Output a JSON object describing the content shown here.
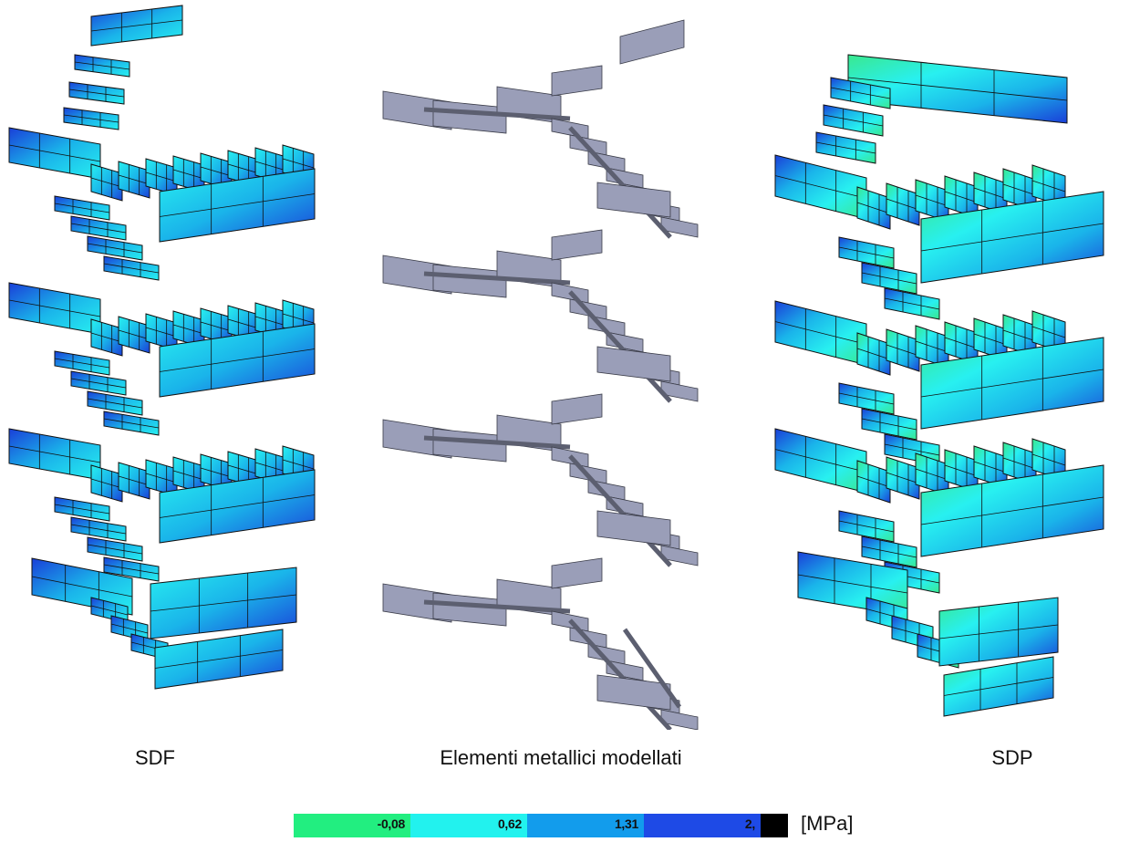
{
  "panels": {
    "left": {
      "caption": "SDF"
    },
    "center": {
      "caption": "Elementi metallici modellati"
    },
    "right": {
      "caption": "SDP"
    }
  },
  "legend": {
    "unit": "[MPa]",
    "segments": [
      {
        "label": "-0,08",
        "color": "#22ee80"
      },
      {
        "label": "0,62",
        "color": "#22f2ee"
      },
      {
        "label": "1,31",
        "color": "#129cec"
      },
      {
        "label": "2,",
        "color": "#1e4ae6"
      },
      {
        "label": "",
        "color": "#000000"
      }
    ]
  },
  "colors": {
    "slab_light": "#28f0f0",
    "slab_mid": "#1ab4ea",
    "slab_dark": "#1a3fd8",
    "slab_green": "#3ae88e",
    "steel_top": "#9a9eb8",
    "steel_side": "#5c5f70",
    "outline": "#111111"
  }
}
